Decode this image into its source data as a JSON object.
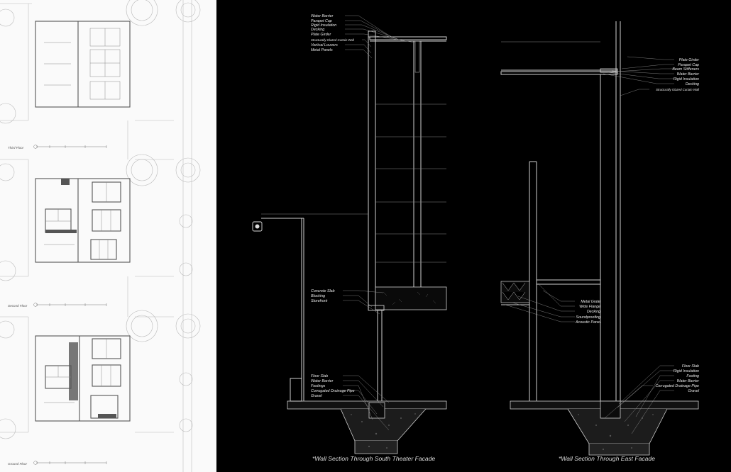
{
  "plans": {
    "third_floor": "Third Floor",
    "second_floor": "Second Floor",
    "ground_floor": "Ground Floor"
  },
  "section_south": {
    "caption": "*Wall Section Through South Theater Facade",
    "top_labels": [
      "Water Barrier",
      "Parapet Cap",
      "Rigid Insulation",
      "Decking",
      "Plate Girder",
      "Structurally Glazed Curtain Wall",
      "Vertical Louvers",
      "Metal Panels"
    ],
    "mid_labels": [
      "Concrete Slab",
      "Blocking",
      "Storefront"
    ],
    "bottom_labels": [
      "Floor Slab",
      "Water Barrier",
      "Footings",
      "Corrugated Drainage Pipe",
      "Gravel"
    ]
  },
  "section_east": {
    "caption": "*Wall Section Through East Facade",
    "top_labels": [
      "Plate Girder",
      "Parapet Cap",
      "Beam Stiffeners",
      "Water Barrier",
      "Rigid Insulation",
      "Decking",
      "Structurally Glazed Curtain Wall"
    ],
    "mid_labels": [
      "Metal Grate",
      "Wide Flange",
      "Decking",
      "Soundproofing",
      "Acoustic Panel"
    ],
    "bottom_labels": [
      "Floor Slab",
      "Rigid Insulation",
      "Footing",
      "Water Barrier",
      "Corrugated Drainage Pipe",
      "Gravel"
    ]
  },
  "icons": [
    "tree-icon",
    "north-arrow-icon",
    "scale-bar-icon",
    "light-fixture-icon"
  ]
}
